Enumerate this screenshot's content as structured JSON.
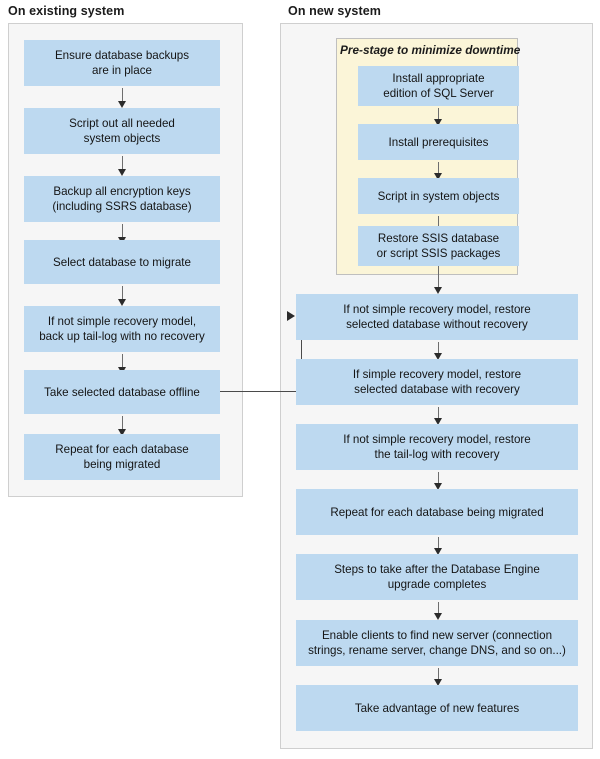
{
  "diagram": {
    "title_left": "On existing system",
    "title_right": "On new system",
    "prestage_title": "Pre-stage to minimize downtime",
    "colors": {
      "box_fill": "#bdd9f0",
      "panel_fill": "#f6f6f6",
      "panel_border": "#cfcfcf",
      "prestage_fill": "#fbf5d8",
      "prestage_border": "#bfbfbf",
      "arrow": "#2b2b2b",
      "text": "#141414"
    },
    "left_steps": [
      {
        "id": "ensure-backups",
        "line1": "Ensure database backups",
        "line2": "are in place"
      },
      {
        "id": "script-system-objects",
        "line1": "Script out all needed",
        "line2": "system objects"
      },
      {
        "id": "backup-encryption-keys",
        "line1": "Backup all encryption keys",
        "line2": "(including SSRS database)"
      },
      {
        "id": "select-database",
        "line1": "Select database to migrate",
        "line2": ""
      },
      {
        "id": "backup-tail-log",
        "line1": "If not simple recovery model,",
        "line2": "back up tail-log with no recovery"
      },
      {
        "id": "take-offline",
        "line1": "Take selected database offline",
        "line2": ""
      },
      {
        "id": "repeat-each-database",
        "line1": "Repeat for each database",
        "line2": "being migrated"
      }
    ],
    "prestage_steps": [
      {
        "id": "install-sql-server",
        "line1": "Install appropriate",
        "line2": "edition of SQL Server"
      },
      {
        "id": "install-prerequisites",
        "line1": "Install prerequisites",
        "line2": ""
      },
      {
        "id": "script-in-system-objects",
        "line1": "Script in system objects",
        "line2": ""
      },
      {
        "id": "restore-ssis",
        "line1": "Restore SSIS database",
        "line2": "or script SSIS packages"
      }
    ],
    "right_steps": [
      {
        "id": "restore-without-recovery",
        "line1": "If not simple recovery model, restore",
        "line2": "selected database without recovery"
      },
      {
        "id": "restore-with-recovery",
        "line1": "If simple recovery model, restore",
        "line2": "selected database with recovery"
      },
      {
        "id": "restore-tail-log",
        "line1": "If not simple recovery model, restore",
        "line2": "the tail-log with recovery"
      },
      {
        "id": "repeat-each-database-right",
        "line1": "Repeat for each database being migrated",
        "line2": ""
      },
      {
        "id": "post-upgrade-steps",
        "line1": "Steps to take after the Database Engine",
        "line2": "upgrade completes"
      },
      {
        "id": "enable-clients",
        "line1": "Enable clients to find new server (connection",
        "line2": "strings, rename server, change DNS, and so on...)"
      },
      {
        "id": "take-advantage-features",
        "line1": "Take advantage of new features",
        "line2": ""
      }
    ]
  }
}
